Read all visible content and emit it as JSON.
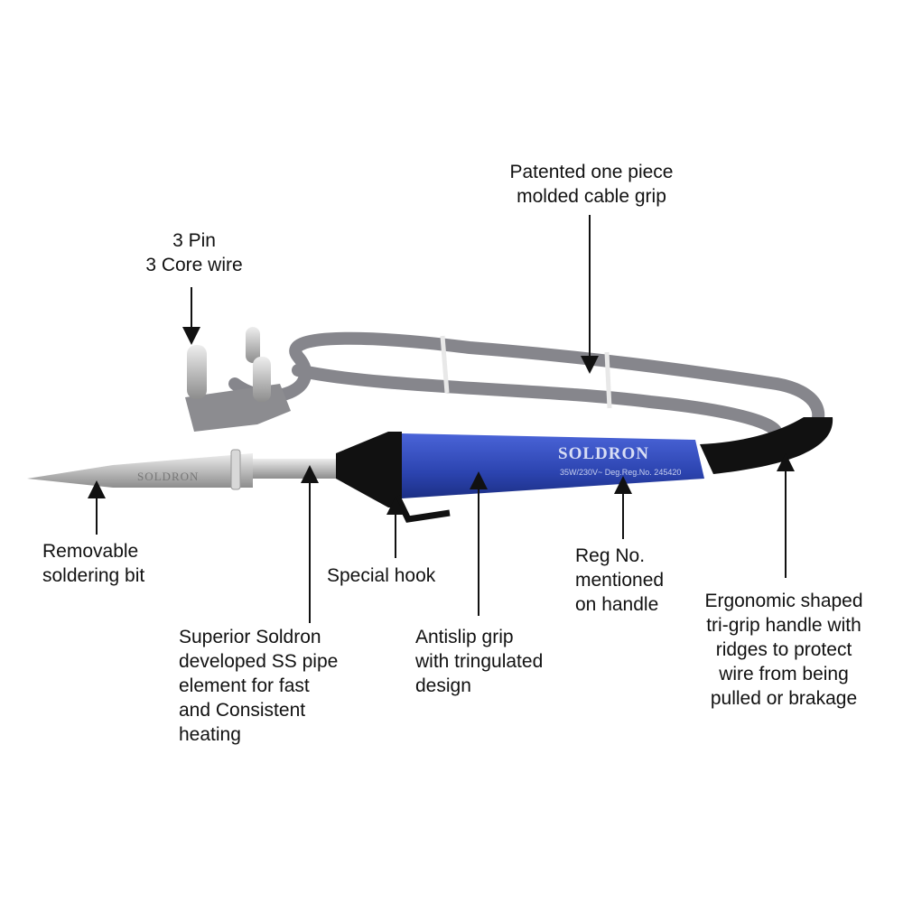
{
  "labels": {
    "cable_grip": [
      "Patented one piece",
      "molded cable grip"
    ],
    "plug": [
      "3 Pin",
      "3 Core wire"
    ],
    "bit": [
      "Removable",
      "soldering bit"
    ],
    "hook": [
      "Special hook"
    ],
    "element": [
      "Superior Soldron",
      "developed SS pipe",
      "element for fast",
      "and Consistent",
      "heating"
    ],
    "grip": [
      "Antislip grip",
      "with tringulated",
      "design"
    ],
    "reg": [
      "Reg No.",
      "mentioned",
      "on handle"
    ],
    "handle": [
      "Ergonomic shaped",
      "tri-grip handle with",
      "ridges to protect",
      "wire from being",
      "pulled or brakage"
    ]
  },
  "product": {
    "brand": "SOLDRON",
    "handle_text": "35W/230V~ Deg.Reg.No. 245420",
    "bit_brand": "SOLDRON"
  },
  "colors": {
    "handle": "#2f48b8",
    "cable": "#8a8a90",
    "metal": "#c9c9c9"
  }
}
